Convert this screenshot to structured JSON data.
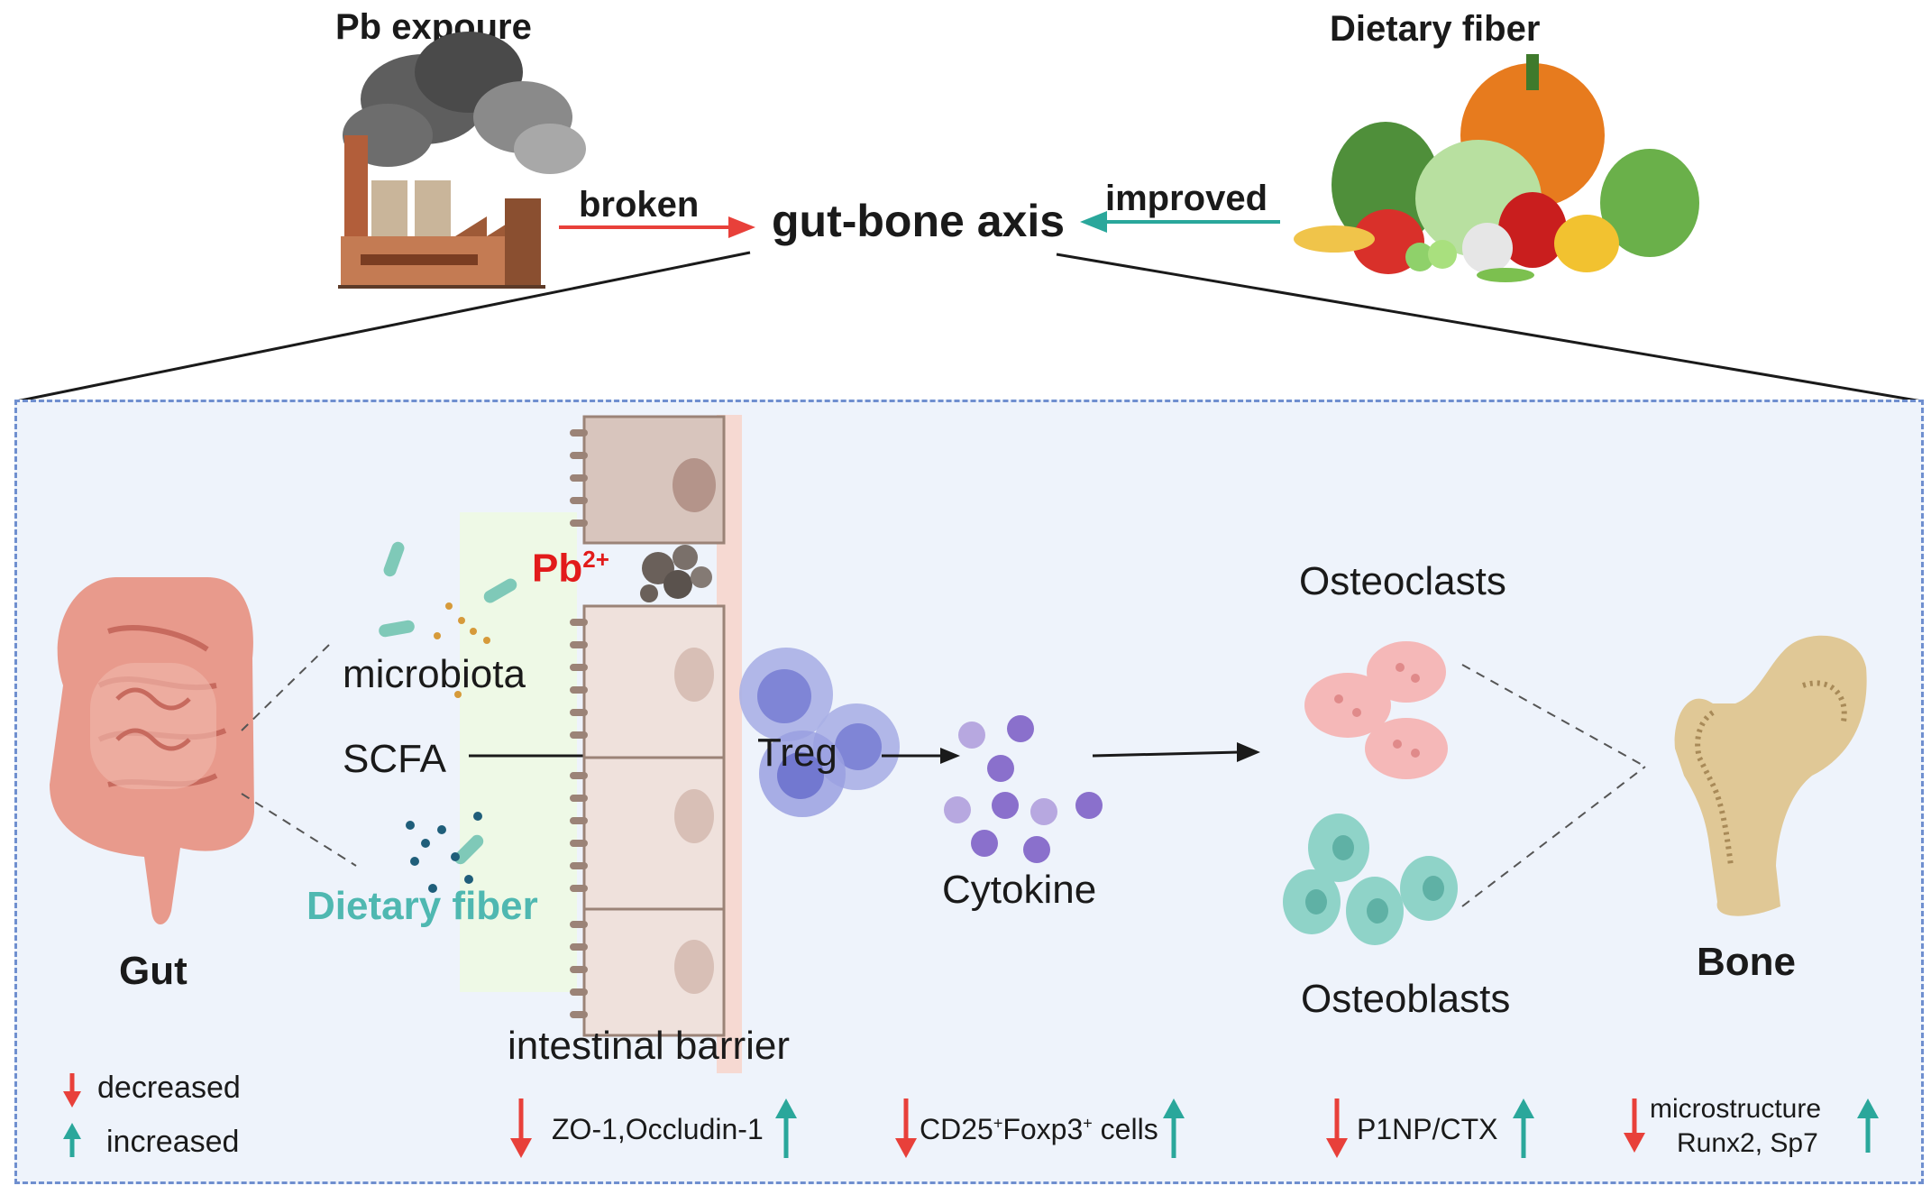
{
  "header": {
    "pb_label": "Pb expoure",
    "fiber_label": "Dietary fiber",
    "axis_label": "gut-bone axis",
    "broken_label": "broken",
    "improved_label": "improved"
  },
  "panel": {
    "gut_label": "Gut",
    "microbiota_label": "microbiota",
    "scfa_label": "SCFA",
    "dietary_fiber_label": "Dietary fiber",
    "pb_ion_base": "Pb",
    "pb_ion_sup": "2+",
    "treg_label": "Treg",
    "cytokine_label": "Cytokine",
    "osteoclasts_label": "Osteoclasts",
    "osteoblasts_label": "Osteoblasts",
    "bone_label": "Bone",
    "barrier_label": "intestinal barrier"
  },
  "legend": {
    "decreased": "decreased",
    "increased": "increased"
  },
  "markers": {
    "barrier": "ZO-1,Occludin-1",
    "treg_cd25": "CD25",
    "treg_foxp3": "Foxp3",
    "treg_cells": " cells",
    "bone_turnover": "P1NP/CTX",
    "bone_micro": "microstructure",
    "bone_genes": "Runx2, Sp7"
  },
  "colors": {
    "decrease": "#e8403a",
    "increase": "#2aa79b",
    "pb_red": "#e21b1b",
    "fiber_teal": "#4fb8b1",
    "panel_border": "#6f8fcf"
  }
}
